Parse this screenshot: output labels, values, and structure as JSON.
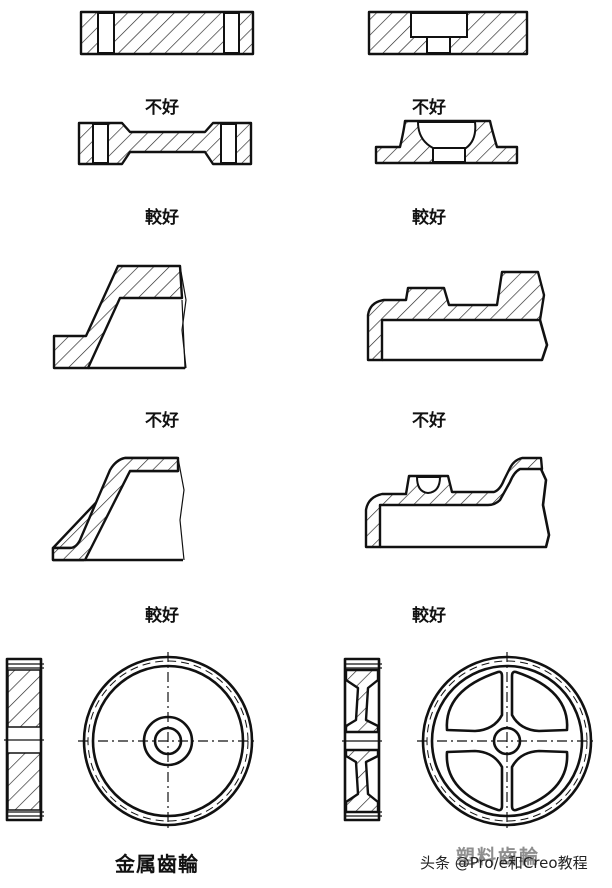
{
  "figure": {
    "description": "Design guidelines for wall thickness in molded parts: poor vs better designs",
    "colors": {
      "line": "#111111",
      "background": "#ffffff"
    }
  },
  "panels": [
    {
      "id": "row1-left",
      "label": "不好",
      "variant": "poor"
    },
    {
      "id": "row1-right",
      "label": "不好",
      "variant": "poor"
    },
    {
      "id": "row2-left",
      "label": "較好",
      "variant": "better"
    },
    {
      "id": "row2-right",
      "label": "較好",
      "variant": "better"
    },
    {
      "id": "row3-left",
      "label": "不好",
      "variant": "poor"
    },
    {
      "id": "row3-right",
      "label": "不好",
      "variant": "poor"
    },
    {
      "id": "row4-left",
      "label": "較好",
      "variant": "better"
    },
    {
      "id": "row4-right",
      "label": "較好",
      "variant": "better"
    }
  ],
  "gears": {
    "metal": {
      "label": "金属齒輪"
    },
    "plastic": {
      "label": "塑料齒輪"
    }
  },
  "watermark": {
    "text": "头条 @Pro/e和Creo教程"
  }
}
